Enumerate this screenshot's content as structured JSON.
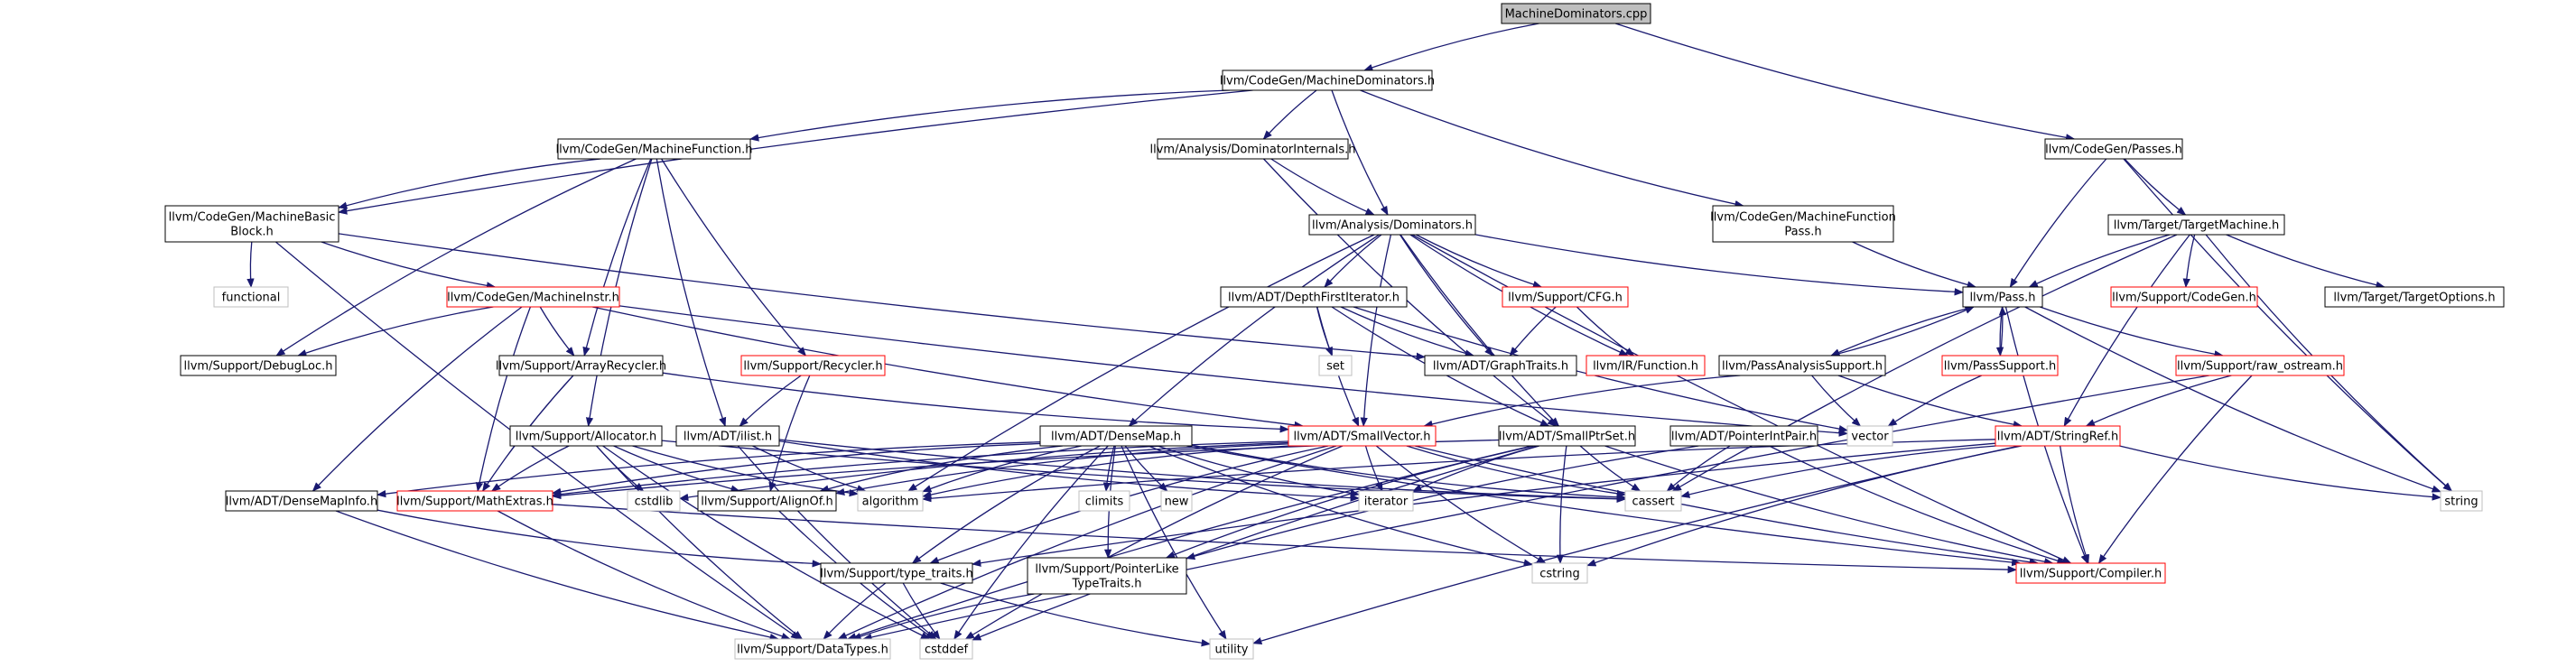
{
  "graph": {
    "root": "MachineDominators.cpp",
    "styles": {
      "focus": {
        "fill": "#bfbfbf",
        "stroke": "#000000"
      },
      "normal": {
        "fill": "#ffffff",
        "stroke": "#000000"
      },
      "incomplete": {
        "fill": "#ffffff",
        "stroke": "#ff0000"
      },
      "external": {
        "fill": "#ffffff",
        "stroke": "#bfbfbf"
      },
      "edge_color": "#191970"
    },
    "nodes": [
      {
        "id": "root",
        "lines": [
          "MachineDominators.cpp"
        ],
        "style": "focus"
      },
      {
        "id": "MDh",
        "lines": [
          "llvm/CodeGen/MachineDominators.h"
        ],
        "style": "normal"
      },
      {
        "id": "Passes",
        "lines": [
          "llvm/CodeGen/Passes.h"
        ],
        "style": "normal"
      },
      {
        "id": "MF",
        "lines": [
          "llvm/CodeGen/MachineFunction.h"
        ],
        "style": "normal"
      },
      {
        "id": "DI",
        "lines": [
          "llvm/Analysis/DominatorInternals.h"
        ],
        "style": "normal"
      },
      {
        "id": "MBB",
        "lines": [
          "llvm/CodeGen/MachineBasic",
          "Block.h"
        ],
        "style": "normal"
      },
      {
        "id": "Dom",
        "lines": [
          "llvm/Analysis/Dominators.h"
        ],
        "style": "normal"
      },
      {
        "id": "MFP",
        "lines": [
          "llvm/CodeGen/MachineFunction",
          "Pass.h"
        ],
        "style": "normal"
      },
      {
        "id": "TM",
        "lines": [
          "llvm/Target/TargetMachine.h"
        ],
        "style": "normal"
      },
      {
        "id": "functional",
        "lines": [
          "functional"
        ],
        "style": "external"
      },
      {
        "id": "MI",
        "lines": [
          "llvm/CodeGen/MachineInstr.h"
        ],
        "style": "incomplete"
      },
      {
        "id": "DFI",
        "lines": [
          "llvm/ADT/DepthFirstIterator.h"
        ],
        "style": "normal"
      },
      {
        "id": "CFG",
        "lines": [
          "llvm/Support/CFG.h"
        ],
        "style": "incomplete"
      },
      {
        "id": "Pass",
        "lines": [
          "llvm/Pass.h"
        ],
        "style": "normal"
      },
      {
        "id": "SCG",
        "lines": [
          "llvm/Support/CodeGen.h"
        ],
        "style": "incomplete"
      },
      {
        "id": "TO",
        "lines": [
          "llvm/Target/TargetOptions.h"
        ],
        "style": "normal"
      },
      {
        "id": "DL",
        "lines": [
          "llvm/Support/DebugLoc.h"
        ],
        "style": "normal"
      },
      {
        "id": "AR",
        "lines": [
          "llvm/Support/ArrayRecycler.h"
        ],
        "style": "normal"
      },
      {
        "id": "set",
        "lines": [
          "set"
        ],
        "style": "external"
      },
      {
        "id": "GT",
        "lines": [
          "llvm/ADT/GraphTraits.h"
        ],
        "style": "normal"
      },
      {
        "id": "Func",
        "lines": [
          "llvm/IR/Function.h"
        ],
        "style": "incomplete"
      },
      {
        "id": "PAS",
        "lines": [
          "llvm/PassAnalysisSupport.h"
        ],
        "style": "normal"
      },
      {
        "id": "PS",
        "lines": [
          "llvm/PassSupport.h"
        ],
        "style": "incomplete"
      },
      {
        "id": "RO",
        "lines": [
          "llvm/Support/raw_ostream.h"
        ],
        "style": "incomplete"
      },
      {
        "id": "Rec",
        "lines": [
          "llvm/Support/Recycler.h"
        ],
        "style": "incomplete"
      },
      {
        "id": "Alloc",
        "lines": [
          "llvm/Support/Allocator.h"
        ],
        "style": "normal"
      },
      {
        "id": "ilist",
        "lines": [
          "llvm/ADT/ilist.h"
        ],
        "style": "normal"
      },
      {
        "id": "DM",
        "lines": [
          "llvm/ADT/DenseMap.h"
        ],
        "style": "normal"
      },
      {
        "id": "SV",
        "lines": [
          "llvm/ADT/SmallVector.h"
        ],
        "style": "incomplete"
      },
      {
        "id": "SPS",
        "lines": [
          "llvm/ADT/SmallPtrSet.h"
        ],
        "style": "normal"
      },
      {
        "id": "PIP",
        "lines": [
          "llvm/ADT/PointerIntPair.h"
        ],
        "style": "normal"
      },
      {
        "id": "vector",
        "lines": [
          "vector"
        ],
        "style": "external"
      },
      {
        "id": "SR",
        "lines": [
          "llvm/ADT/StringRef.h"
        ],
        "style": "incomplete"
      },
      {
        "id": "DMI",
        "lines": [
          "llvm/ADT/DenseMapInfo.h"
        ],
        "style": "normal"
      },
      {
        "id": "ME",
        "lines": [
          "llvm/Support/MathExtras.h"
        ],
        "style": "incomplete"
      },
      {
        "id": "cstdlib",
        "lines": [
          "cstdlib"
        ],
        "style": "external"
      },
      {
        "id": "AO",
        "lines": [
          "llvm/Support/AlignOf.h"
        ],
        "style": "normal"
      },
      {
        "id": "algorithm",
        "lines": [
          "algorithm"
        ],
        "style": "external"
      },
      {
        "id": "climits",
        "lines": [
          "climits"
        ],
        "style": "external"
      },
      {
        "id": "new",
        "lines": [
          "new"
        ],
        "style": "external"
      },
      {
        "id": "iterator",
        "lines": [
          "iterator"
        ],
        "style": "external"
      },
      {
        "id": "cassert",
        "lines": [
          "cassert"
        ],
        "style": "external"
      },
      {
        "id": "string",
        "lines": [
          "string"
        ],
        "style": "external"
      },
      {
        "id": "TT",
        "lines": [
          "llvm/Support/type_traits.h"
        ],
        "style": "normal"
      },
      {
        "id": "PLTT",
        "lines": [
          "llvm/Support/PointerLike",
          "TypeTraits.h"
        ],
        "style": "normal"
      },
      {
        "id": "cstring",
        "lines": [
          "cstring"
        ],
        "style": "external"
      },
      {
        "id": "Comp",
        "lines": [
          "llvm/Support/Compiler.h"
        ],
        "style": "incomplete"
      },
      {
        "id": "DT",
        "lines": [
          "llvm/Support/DataTypes.h"
        ],
        "style": "external"
      },
      {
        "id": "cstddef",
        "lines": [
          "cstddef"
        ],
        "style": "external"
      },
      {
        "id": "utility",
        "lines": [
          "utility"
        ],
        "style": "external"
      }
    ],
    "edges": [
      [
        "root",
        "MDh"
      ],
      [
        "root",
        "Passes"
      ],
      [
        "MDh",
        "MF"
      ],
      [
        "MDh",
        "DI"
      ],
      [
        "MDh",
        "Dom"
      ],
      [
        "MDh",
        "MFP"
      ],
      [
        "MDh",
        "MBB"
      ],
      [
        "Passes",
        "Pass"
      ],
      [
        "Passes",
        "TM"
      ],
      [
        "Passes",
        "string"
      ],
      [
        "MF",
        "MBB"
      ],
      [
        "MF",
        "ilist"
      ],
      [
        "MF",
        "DL"
      ],
      [
        "MF",
        "AR"
      ],
      [
        "MF",
        "Rec"
      ],
      [
        "MF",
        "Alloc"
      ],
      [
        "DI",
        "SPS"
      ],
      [
        "DI",
        "Dom"
      ],
      [
        "MBB",
        "MI"
      ],
      [
        "MBB",
        "functional"
      ],
      [
        "MBB",
        "GT"
      ],
      [
        "MBB",
        "DT"
      ],
      [
        "MI",
        "DL"
      ],
      [
        "MI",
        "AR"
      ],
      [
        "MI",
        "DMI"
      ],
      [
        "MI",
        "ME"
      ],
      [
        "MI",
        "SV"
      ],
      [
        "MI",
        "vector"
      ],
      [
        "Dom",
        "DFI"
      ],
      [
        "Dom",
        "GT"
      ],
      [
        "Dom",
        "SPS"
      ],
      [
        "Dom",
        "SV"
      ],
      [
        "Dom",
        "CFG"
      ],
      [
        "Dom",
        "Func"
      ],
      [
        "Dom",
        "Pass"
      ],
      [
        "Dom",
        "DM"
      ],
      [
        "Dom",
        "algorithm"
      ],
      [
        "Dom",
        "Comp"
      ],
      [
        "MFP",
        "Pass"
      ],
      [
        "TM",
        "Pass"
      ],
      [
        "TM",
        "SCG"
      ],
      [
        "TM",
        "TO"
      ],
      [
        "TM",
        "SR"
      ],
      [
        "TM",
        "string"
      ],
      [
        "TM",
        "cassert"
      ],
      [
        "Pass",
        "PAS"
      ],
      [
        "Pass",
        "PS"
      ],
      [
        "Pass",
        "RO"
      ],
      [
        "Pass",
        "Comp"
      ],
      [
        "Pass",
        "string"
      ],
      [
        "PAS",
        "Pass"
      ],
      [
        "PAS",
        "SV"
      ],
      [
        "PAS",
        "SR"
      ],
      [
        "PAS",
        "vector"
      ],
      [
        "PS",
        "Pass"
      ],
      [
        "PS",
        "vector"
      ],
      [
        "RO",
        "SR"
      ],
      [
        "RO",
        "Comp"
      ],
      [
        "RO",
        "DT"
      ],
      [
        "DFI",
        "GT"
      ],
      [
        "DFI",
        "SPS"
      ],
      [
        "DFI",
        "SV"
      ],
      [
        "DFI",
        "set"
      ],
      [
        "DFI",
        "vector"
      ],
      [
        "CFG",
        "GT"
      ],
      [
        "CFG",
        "Func"
      ],
      [
        "AR",
        "ME"
      ],
      [
        "AR",
        "SV"
      ],
      [
        "Rec",
        "ilist"
      ],
      [
        "Rec",
        "AO"
      ],
      [
        "Alloc",
        "AO"
      ],
      [
        "Alloc",
        "ME"
      ],
      [
        "Alloc",
        "DT"
      ],
      [
        "Alloc",
        "cstddef"
      ],
      [
        "Alloc",
        "cassert"
      ],
      [
        "Alloc",
        "cstdlib"
      ],
      [
        "Alloc",
        "algorithm"
      ],
      [
        "ilist",
        "cassert"
      ],
      [
        "ilist",
        "cstddef"
      ],
      [
        "ilist",
        "iterator"
      ],
      [
        "ilist",
        "algorithm"
      ],
      [
        "DM",
        "DMI"
      ],
      [
        "DM",
        "AO"
      ],
      [
        "DM",
        "ME"
      ],
      [
        "DM",
        "TT"
      ],
      [
        "DM",
        "PLTT"
      ],
      [
        "DM",
        "Comp"
      ],
      [
        "DM",
        "algorithm"
      ],
      [
        "DM",
        "iterator"
      ],
      [
        "DM",
        "new"
      ],
      [
        "DM",
        "utility"
      ],
      [
        "DM",
        "cassert"
      ],
      [
        "DM",
        "climits"
      ],
      [
        "DM",
        "cstddef"
      ],
      [
        "DM",
        "cstring"
      ],
      [
        "SV",
        "AO"
      ],
      [
        "SV",
        "ME"
      ],
      [
        "SV",
        "TT"
      ],
      [
        "SV",
        "Comp"
      ],
      [
        "SV",
        "algorithm"
      ],
      [
        "SV",
        "cassert"
      ],
      [
        "SV",
        "cstddef"
      ],
      [
        "SV",
        "cstdlib"
      ],
      [
        "SV",
        "cstring"
      ],
      [
        "SV",
        "iterator"
      ],
      [
        "SV",
        "DT"
      ],
      [
        "SPS",
        "ME"
      ],
      [
        "SPS",
        "PLTT"
      ],
      [
        "SPS",
        "Comp"
      ],
      [
        "SPS",
        "DT"
      ],
      [
        "SPS",
        "cassert"
      ],
      [
        "SPS",
        "cstddef"
      ],
      [
        "SPS",
        "cstring"
      ],
      [
        "SPS",
        "iterator"
      ],
      [
        "PIP",
        "PLTT"
      ],
      [
        "PIP",
        "cassert"
      ],
      [
        "PIP",
        "Comp"
      ],
      [
        "SR",
        "TT"
      ],
      [
        "SR",
        "algorithm"
      ],
      [
        "SR",
        "cassert"
      ],
      [
        "SR",
        "cstring"
      ],
      [
        "SR",
        "utility"
      ],
      [
        "SR",
        "string"
      ],
      [
        "SR",
        "Comp"
      ],
      [
        "DMI",
        "TT"
      ],
      [
        "DMI",
        "DT"
      ],
      [
        "ME",
        "DT"
      ],
      [
        "ME",
        "Comp"
      ],
      [
        "AO",
        "cstddef"
      ],
      [
        "TT",
        "DT"
      ],
      [
        "TT",
        "cstddef"
      ],
      [
        "TT",
        "utility"
      ],
      [
        "PLTT",
        "DT"
      ]
    ]
  }
}
